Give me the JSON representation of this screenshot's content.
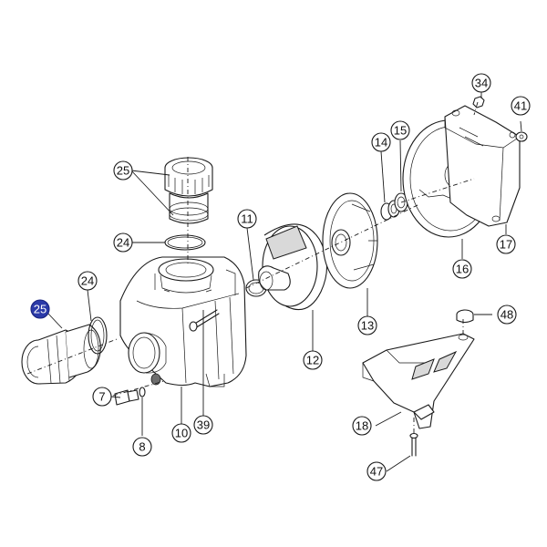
{
  "colors": {
    "line": "#1a1a1a",
    "highlight": "#2b3aa8"
  },
  "callouts": [
    {
      "id": "c25_top",
      "label": "25",
      "selected": false
    },
    {
      "id": "c24_top",
      "label": "24",
      "selected": false
    },
    {
      "id": "c24_left",
      "label": "24",
      "selected": false
    },
    {
      "id": "c25_left",
      "label": "25",
      "selected": true
    },
    {
      "id": "c11",
      "label": "11",
      "selected": false
    },
    {
      "id": "c7",
      "label": "7",
      "selected": false
    },
    {
      "id": "c8",
      "label": "8",
      "selected": false
    },
    {
      "id": "c10",
      "label": "10",
      "selected": false
    },
    {
      "id": "c39",
      "label": "39",
      "selected": false
    },
    {
      "id": "c12",
      "label": "12",
      "selected": false
    },
    {
      "id": "c13",
      "label": "13",
      "selected": false
    },
    {
      "id": "c14",
      "label": "14",
      "selected": false
    },
    {
      "id": "c15",
      "label": "15",
      "selected": false
    },
    {
      "id": "c34",
      "label": "34",
      "selected": false
    },
    {
      "id": "c41",
      "label": "41",
      "selected": false
    },
    {
      "id": "c16",
      "label": "16",
      "selected": false
    },
    {
      "id": "c17",
      "label": "17",
      "selected": false
    },
    {
      "id": "c48",
      "label": "48",
      "selected": false
    },
    {
      "id": "c18",
      "label": "18",
      "selected": false
    },
    {
      "id": "c47",
      "label": "47",
      "selected": false
    }
  ]
}
